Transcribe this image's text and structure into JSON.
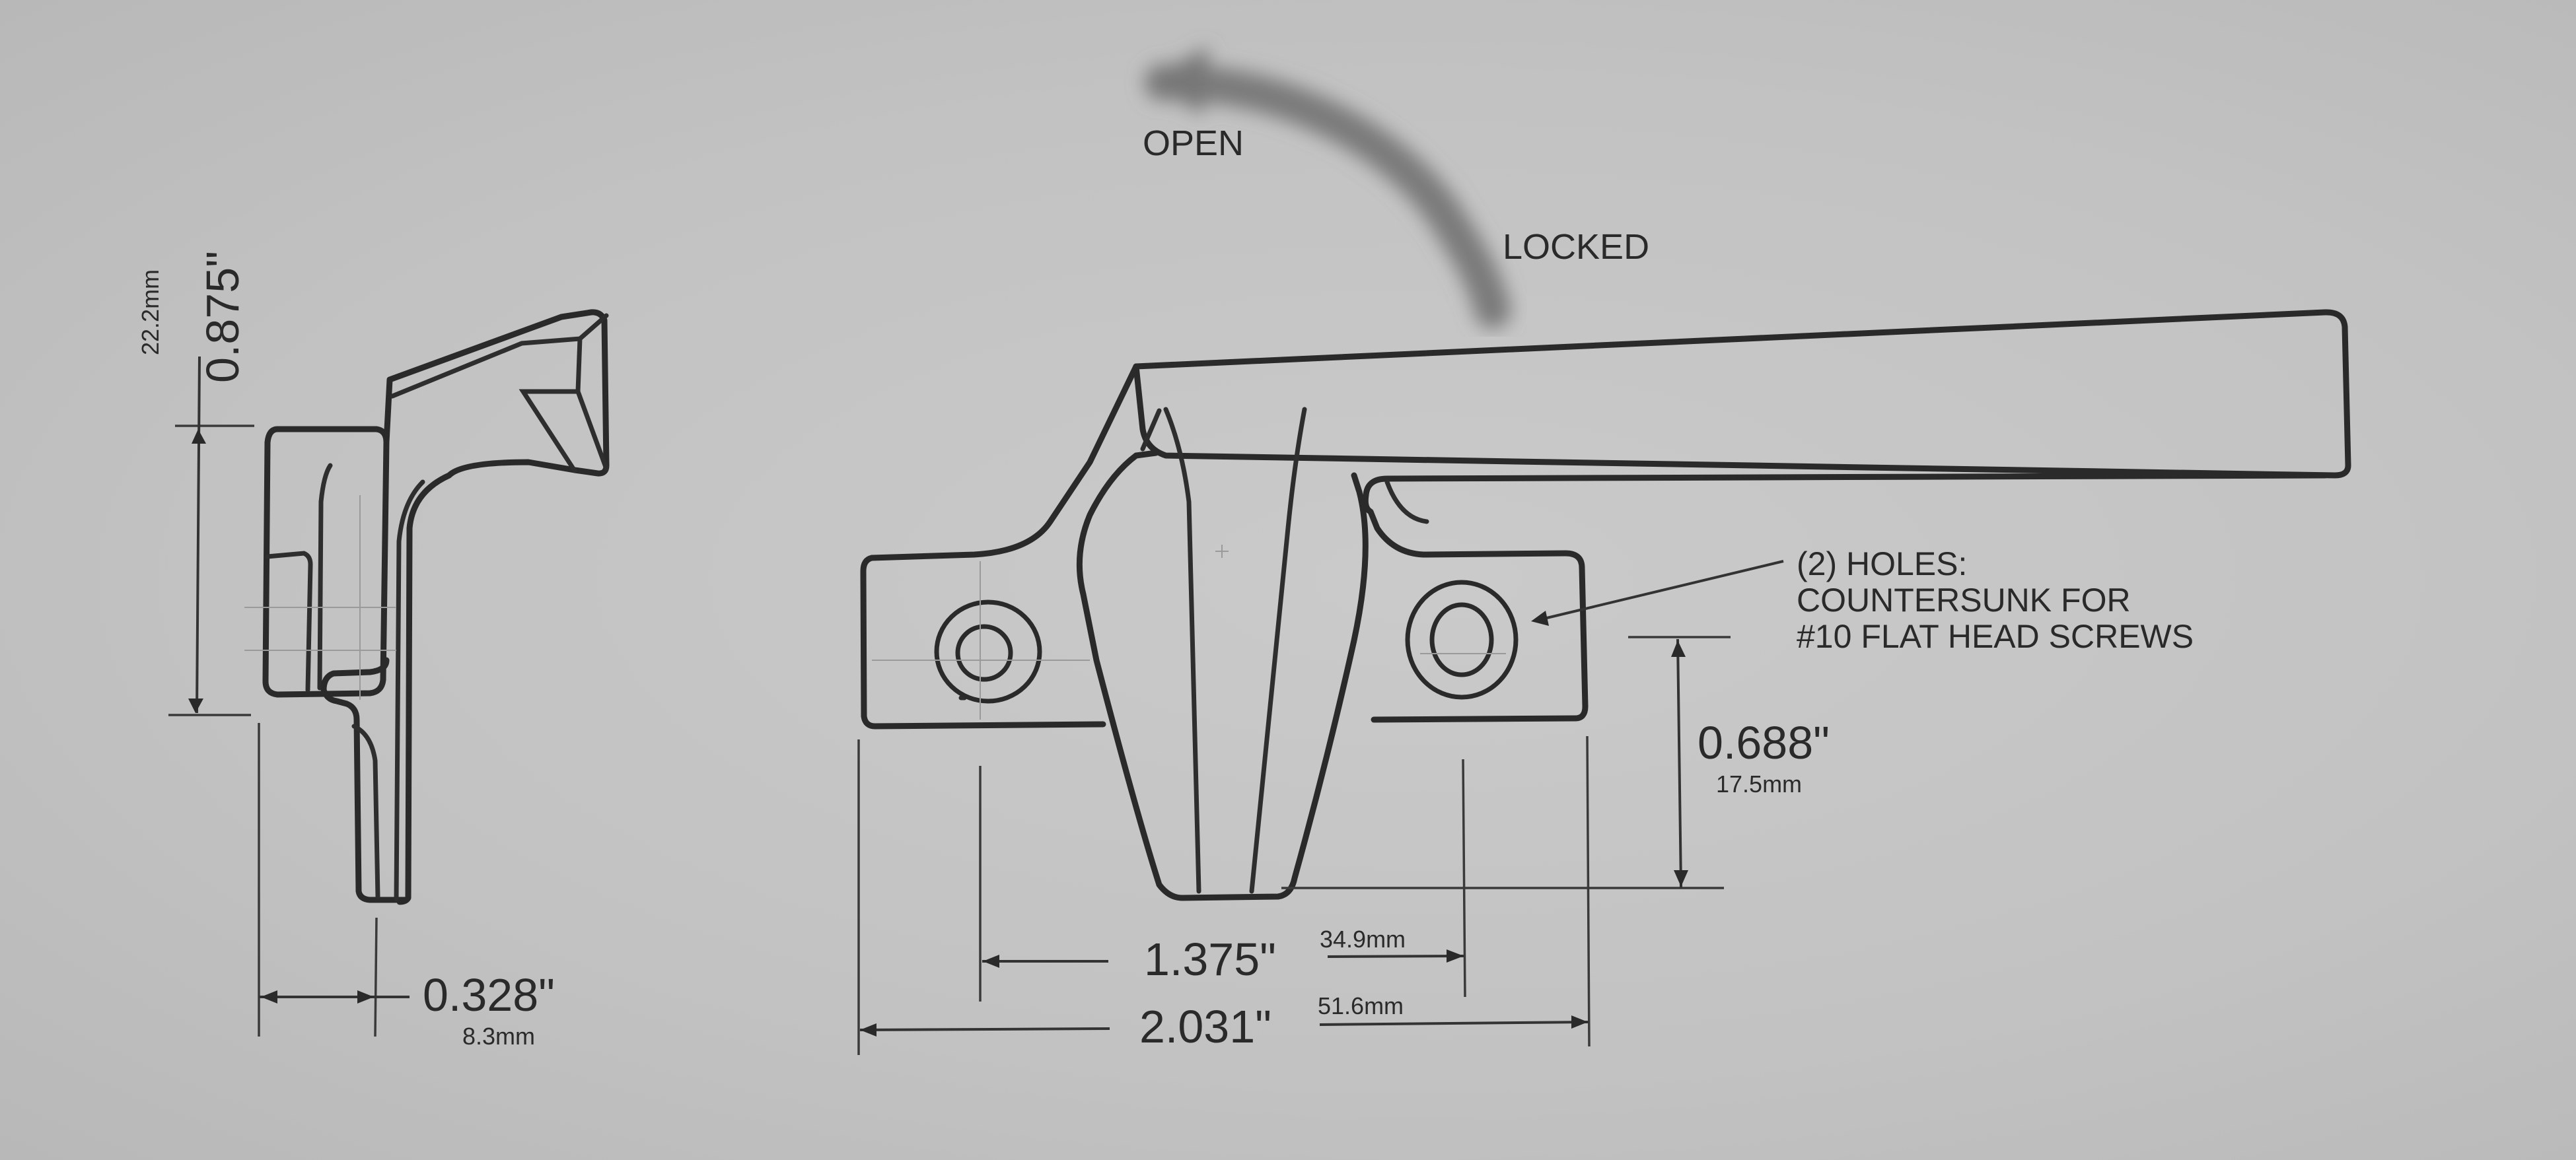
{
  "drawing": {
    "side_view": {
      "height_dimension": {
        "inches": "0.875\"",
        "mm": "22.2mm"
      },
      "depth_dimension": {
        "inches": "0.328\"",
        "mm": "8.3mm"
      }
    },
    "front_view": {
      "rotation_labels": {
        "open": "OPEN",
        "locked": "LOCKED"
      },
      "hole_note": [
        "(2) HOLES:",
        "COUNTERSUNK FOR",
        "#10 FLAT HEAD SCREWS"
      ],
      "height_dimension": {
        "inches": "0.688\"",
        "mm": "17.5mm"
      },
      "hole_spacing_dimension": {
        "inches": "1.375\"",
        "mm": "34.9mm"
      },
      "overall_width_dimension": {
        "inches": "2.031\"",
        "mm": "51.6mm"
      }
    }
  },
  "colors": {
    "background": "#c3c3c3",
    "ink": "#2a2a2a",
    "arrow_shadow": "#7d7d7d"
  }
}
